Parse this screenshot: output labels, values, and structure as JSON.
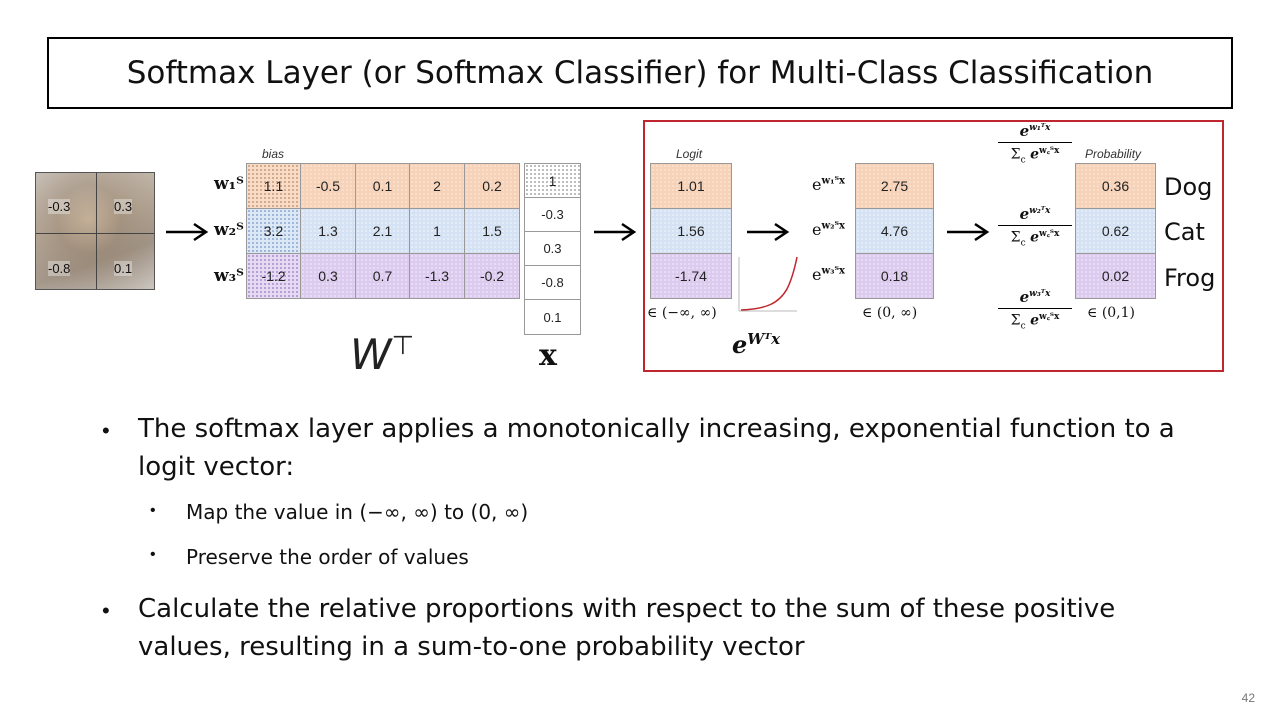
{
  "title": "Softmax Layer (or Softmax Classifier) for Multi-Class Classification",
  "image_values": [
    "-0.3",
    "0.3",
    "-0.8",
    "0.1"
  ],
  "bias_label": "bias",
  "weights": {
    "row_labels": [
      "w₁ᵀ",
      "w₂ᵀ",
      "w₃ᵀ"
    ],
    "bias": [
      "1.1",
      "3.2",
      "-1.2"
    ],
    "rows": [
      [
        "-0.5",
        "0.1",
        "2",
        "0.2"
      ],
      [
        "1.3",
        "2.1",
        "1",
        "1.5"
      ],
      [
        "0.3",
        "0.7",
        "-1.3",
        "-0.2"
      ]
    ],
    "caption": "W",
    "caption_sup": "⊤"
  },
  "x_vector": {
    "values": [
      "1",
      "-0.3",
      "0.3",
      "-0.8",
      "0.1"
    ],
    "caption": "x"
  },
  "logit": {
    "label": "Logit",
    "values": [
      "1.01",
      "1.56",
      "-1.74"
    ],
    "range": "∈ (−∞, ∞)"
  },
  "exp_fn_label": "e",
  "exp_fn_sup": "Wᵀx",
  "exp_vals": {
    "row_labels": [
      "e",
      "e",
      "e"
    ],
    "row_sups": [
      "w₁ᵀx",
      "w₂ᵀx",
      "w₃ᵀx"
    ],
    "values": [
      "2.75",
      "4.76",
      "0.18"
    ],
    "range": "∈ (0, ∞)"
  },
  "fractions": [
    {
      "num": "w₁ᵀx",
      "den": "w꜀ᵀx"
    },
    {
      "num": "w₂ᵀx",
      "den": "w꜀ᵀx"
    },
    {
      "num": "w₃ᵀx",
      "den": "w꜀ᵀx"
    }
  ],
  "probability": {
    "label": "Probability",
    "values": [
      "0.36",
      "0.62",
      "0.02"
    ],
    "range": "∈ (0,1)"
  },
  "classes": [
    "Dog",
    "Cat",
    "Frog"
  ],
  "bullets": {
    "b1_line1": "The softmax layer applies a monotonically increasing, exponential function to a",
    "b1_line2": "logit vector:",
    "sub1": "Map the value in (−∞, ∞) to (0, ∞)",
    "sub2": "Preserve the order of values",
    "b2_line1": "Calculate the relative proportions with respect to the sum of these positive",
    "b2_line2": "values, resulting in a sum-to-one probability vector"
  },
  "page_number": "42",
  "colors": {
    "orange": "#f6d3b8",
    "blue": "#d5e2f3",
    "purple": "#dccbee",
    "red_frame": "#c0262d",
    "exp_curve": "#c0262d"
  }
}
